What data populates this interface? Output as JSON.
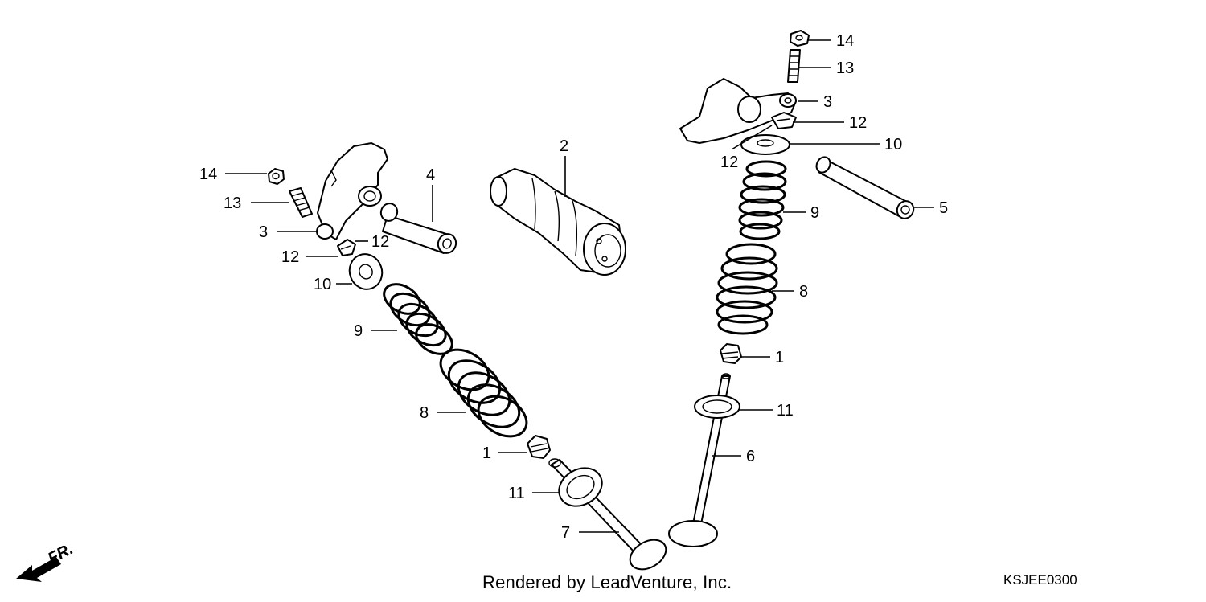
{
  "credit": "Rendered by LeadVenture, Inc.",
  "diagram_code": "KSJEE0300",
  "direction_label": "FR.",
  "callouts": {
    "c1a": "1",
    "c1b": "1",
    "c2": "2",
    "c3a": "3",
    "c3b": "3",
    "c4": "4",
    "c5": "5",
    "c6": "6",
    "c7": "7",
    "c8a": "8",
    "c8b": "8",
    "c9a": "9",
    "c9b": "9",
    "c10a": "10",
    "c10b": "10",
    "c11a": "11",
    "c11b": "11",
    "c12a": "12",
    "c12b": "12",
    "c12c": "12",
    "c12d": "12",
    "c13a": "13",
    "c13b": "13",
    "c14a": "14",
    "c14b": "14"
  }
}
